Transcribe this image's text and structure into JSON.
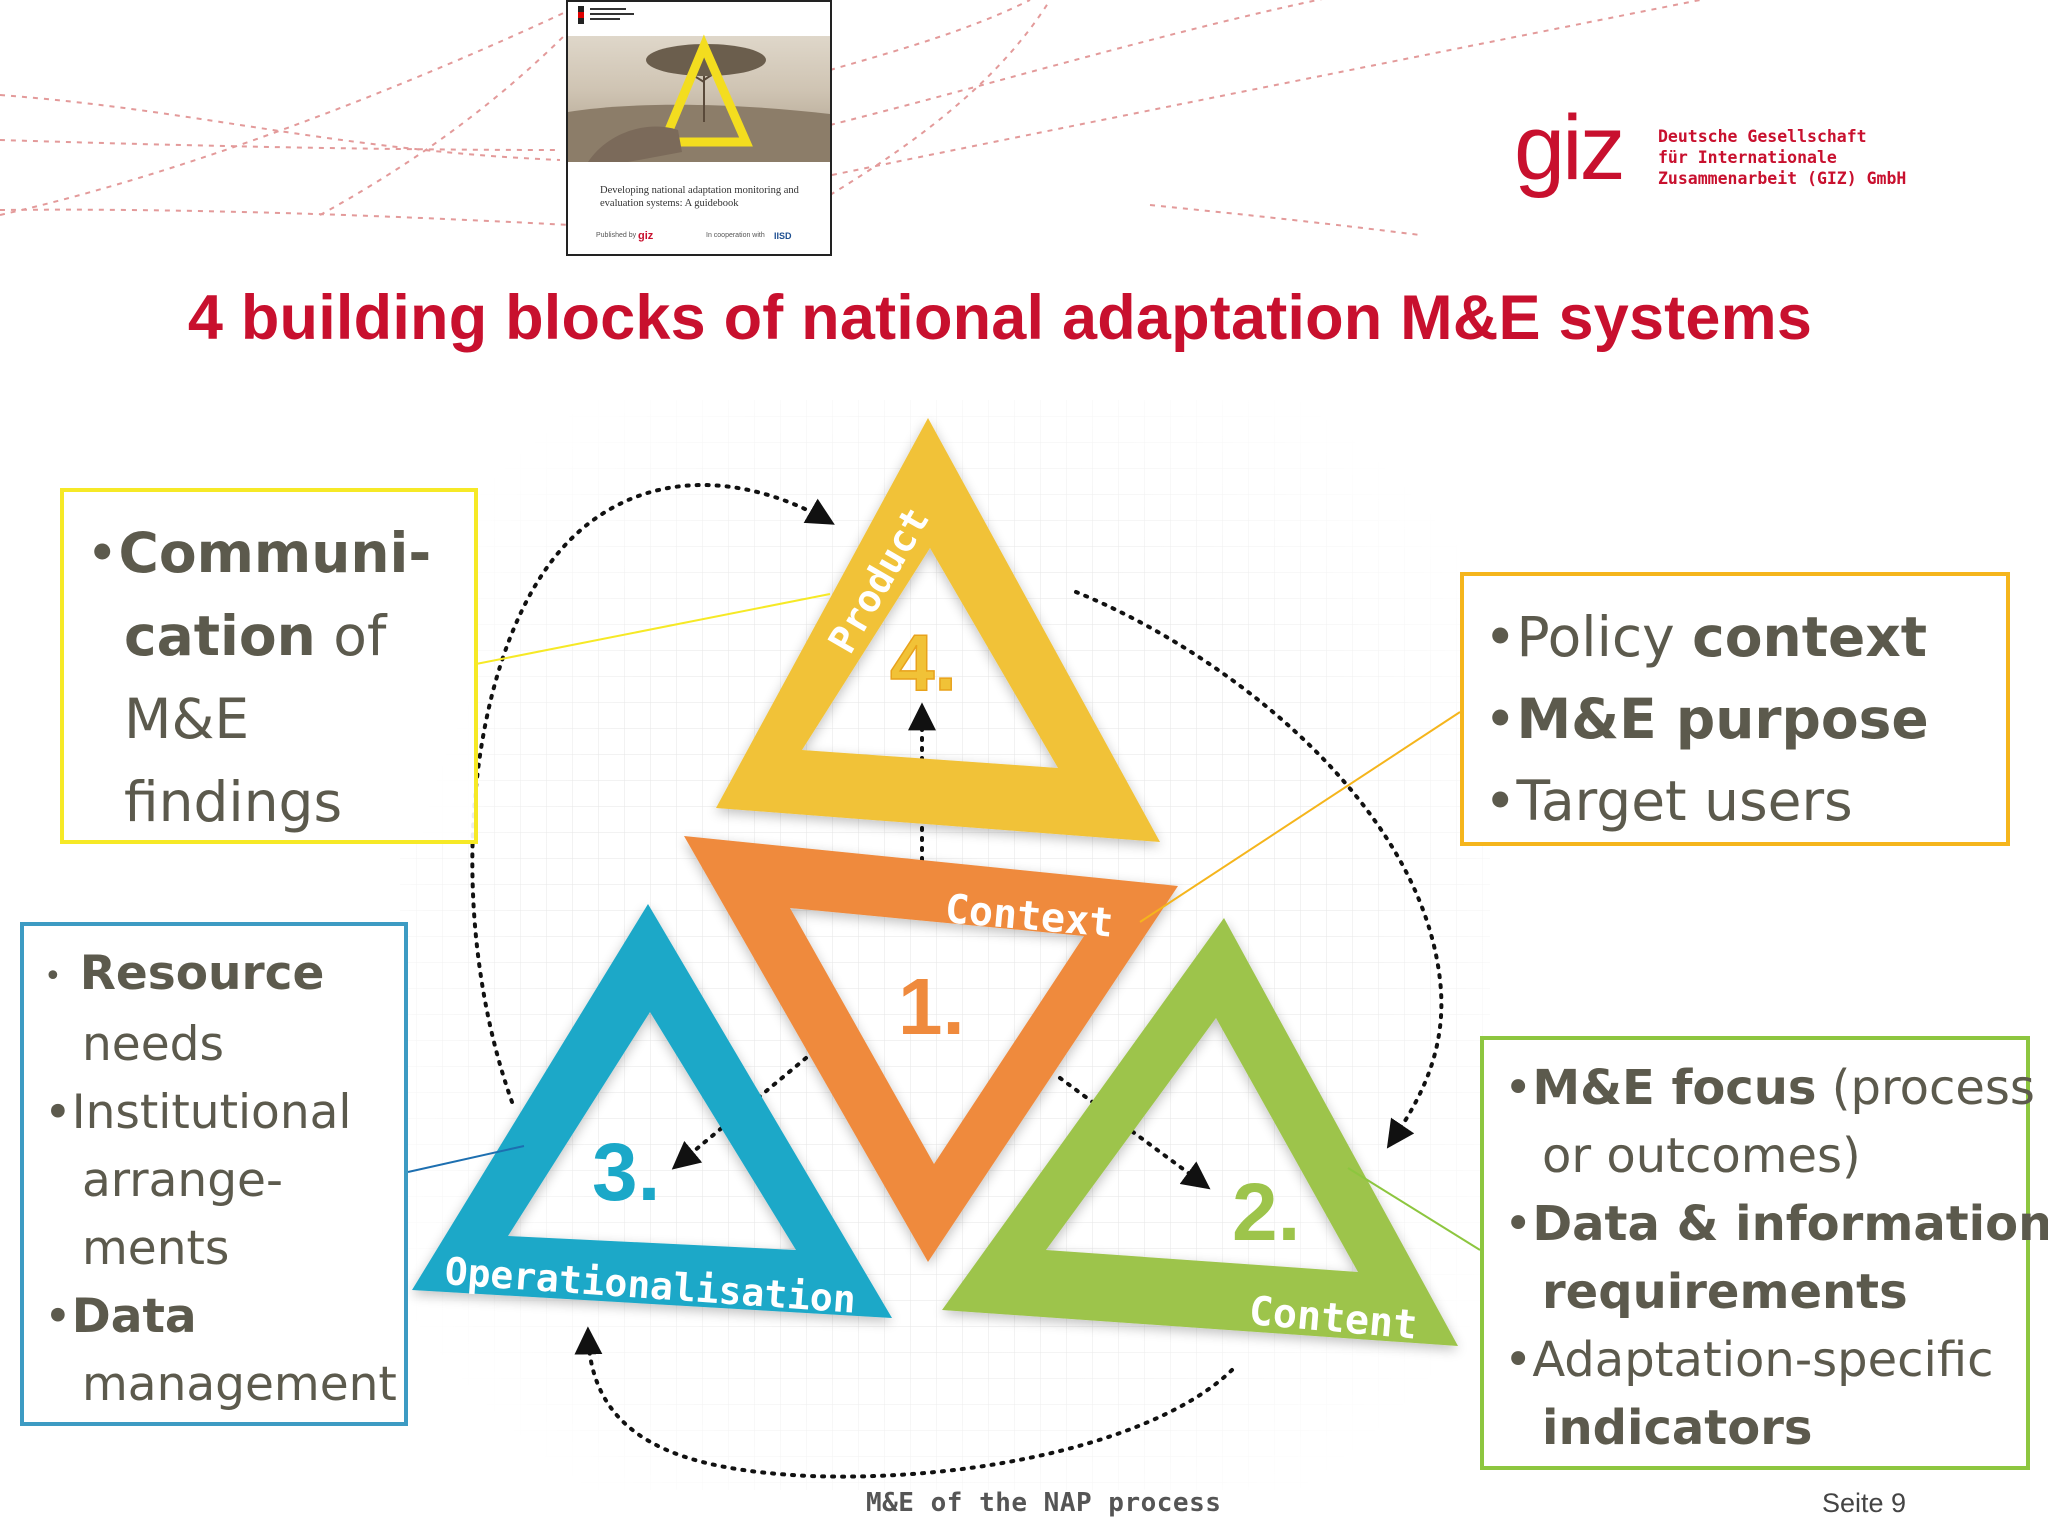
{
  "title": "4 building blocks of national adaptation M&E systems",
  "cover": {
    "caption": "Developing national adaptation monitoring and evaluation systems: A guidebook",
    "footer_left": "Published by",
    "footer_giz": "giz",
    "footer_mid": "In cooperation with",
    "footer_iisd": "IISD"
  },
  "logo": {
    "mark": "giz",
    "lines": [
      "Deutsche Gesellschaft",
      "für Internationale",
      "Zusammenarbeit (GIZ) GmbH"
    ]
  },
  "diagram": {
    "blocks": [
      {
        "number": "1.",
        "name": "Context",
        "color": "#ef8a3d"
      },
      {
        "number": "2.",
        "name": "Content",
        "color": "#9dc44b"
      },
      {
        "number": "3.",
        "name": "Operationalisation",
        "color": "#1ba8c8"
      },
      {
        "number": "4.",
        "name": "Product",
        "color": "#f1c237"
      }
    ]
  },
  "boxes": {
    "communication": {
      "bullet": "•",
      "line1_bold": "Communi-",
      "line2_bold": "cation",
      "line2_rest": " of",
      "line3": "M&E",
      "line4": "findings"
    },
    "context": {
      "items": [
        {
          "bullet": "•",
          "plain": "Policy ",
          "bold": "context"
        },
        {
          "bullet": "•",
          "plain": "",
          "bold": "M&E purpose"
        },
        {
          "bullet": "•",
          "plain": "Target users",
          "bold": ""
        }
      ]
    },
    "operationalisation": {
      "bullet_small": "•",
      "resource_bold": "Resource",
      "resource_rest": "needs",
      "inst_bullet": "•",
      "inst_1": "Institutional",
      "inst_2": "arrange-",
      "inst_3": "ments",
      "data_bullet": "•",
      "data_bold": "Data",
      "data_rest": "management"
    },
    "content": {
      "b1": "•",
      "focus_bold": "M&E focus",
      "focus_rest": " (process",
      "focus_line2": "or outcomes)",
      "b2": "•",
      "data_line1": "Data & information",
      "data_line2": "requirements",
      "b3": "•",
      "adapt_line1": "Adaptation-specific",
      "adapt_line2": "indicators"
    }
  },
  "footer": {
    "center": "M&E of the NAP process",
    "page": "Seite 9"
  }
}
